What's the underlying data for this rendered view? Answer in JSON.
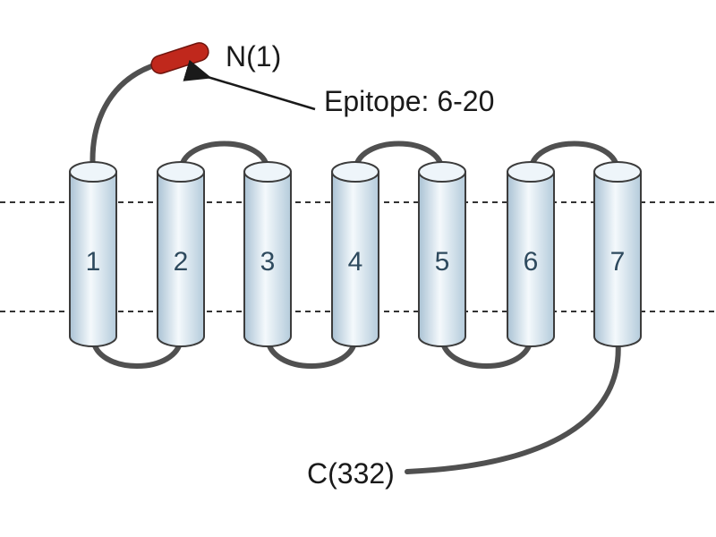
{
  "labels": {
    "n_terminus": "N(1)",
    "c_terminus": "C(332)",
    "epitope": "Epitope: 6-20"
  },
  "helices": [
    {
      "number": "1"
    },
    {
      "number": "2"
    },
    {
      "number": "3"
    },
    {
      "number": "4"
    },
    {
      "number": "5"
    },
    {
      "number": "6"
    },
    {
      "number": "7"
    }
  ],
  "colors": {
    "epitope": "#c0281c",
    "helix_fill_light": "#f4f9fc",
    "helix_fill_dark": "#b9cedd",
    "loop_stroke": "#505050",
    "helix_number": "#2e4a5e"
  }
}
